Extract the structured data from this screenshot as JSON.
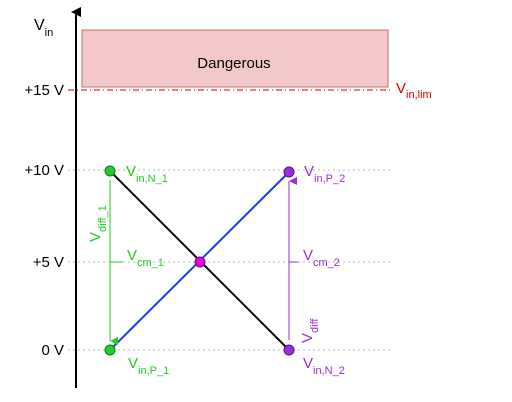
{
  "axis": {
    "label": "V",
    "label_sub": "in"
  },
  "ticks": [
    {
      "label": "+15 V",
      "value": 15
    },
    {
      "label": "+10 V",
      "value": 10
    },
    {
      "label": "+5 V",
      "value": 5
    },
    {
      "label": "0 V",
      "value": 0
    }
  ],
  "danger_box": {
    "label": "Dangerous",
    "fill": "#f2c8c8",
    "stroke": "#c07070"
  },
  "limit": {
    "label": "V",
    "label_sub": "in,lim",
    "value": 15,
    "color": "#e00000"
  },
  "colors": {
    "green": "#22cc22",
    "purple": "#9a2ed8",
    "magenta": "#e000e0",
    "blue": "#1f3fe0",
    "black": "#000000",
    "grid": "#bbbbbb"
  },
  "points": {
    "vin_n_1": {
      "label": "V",
      "sub": "in,N_1",
      "value": 10
    },
    "vin_p_1": {
      "label": "V",
      "sub": "in,P_1",
      "value": 0
    },
    "vin_p_2": {
      "label": "V",
      "sub": "in,P_2",
      "value": 10
    },
    "vin_n_2": {
      "label": "V",
      "sub": "in,N_2",
      "value": 0
    },
    "vcm": {
      "value": 5
    }
  },
  "annotations": {
    "vdiff_1": {
      "label": "V",
      "sub": "diff_1"
    },
    "vcm_1": {
      "label": "V",
      "sub": "cm_1"
    },
    "vcm_2": {
      "label": "V",
      "sub": "cm_2"
    },
    "vdiff": {
      "label": "V",
      "sub": "diff"
    }
  }
}
